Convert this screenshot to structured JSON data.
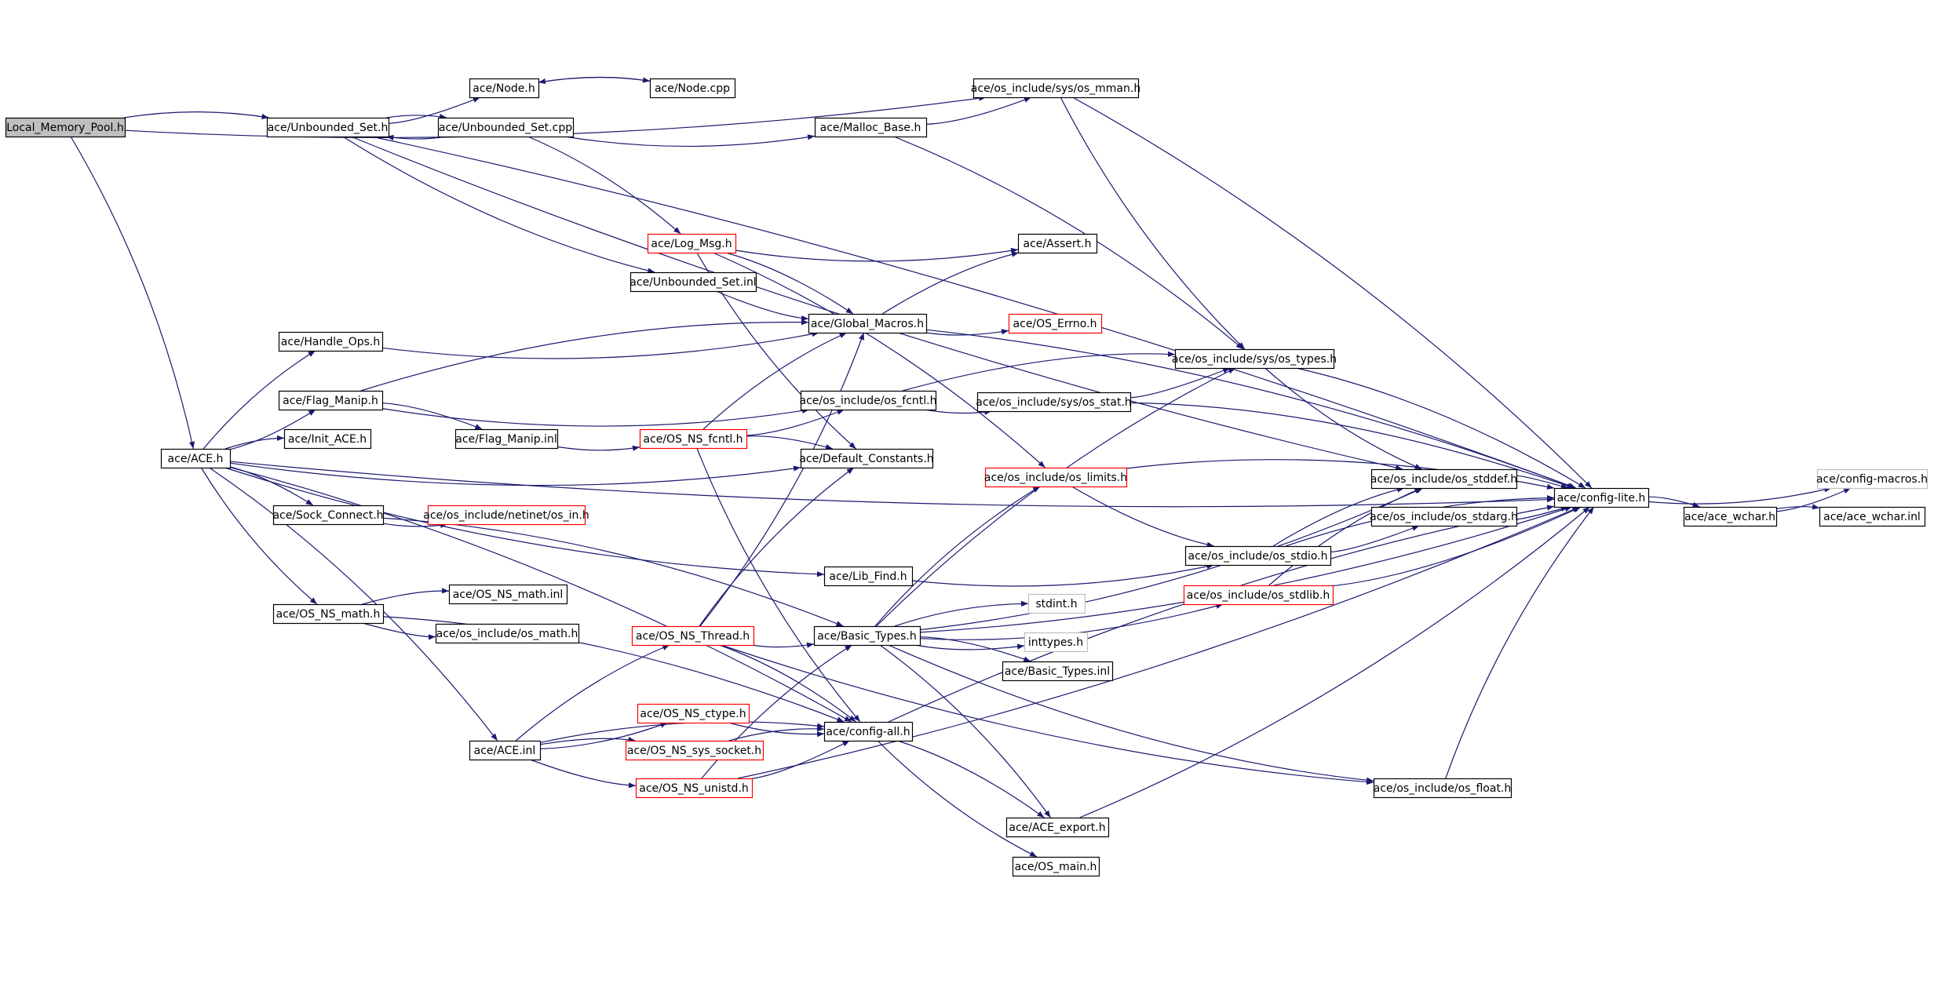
{
  "graph": {
    "colors": {
      "edge": "#191970",
      "arrow": "#191970",
      "node_border_black": "#000000",
      "node_border_red": "#ff0000",
      "node_border_gray": "#bfbfbf",
      "node_fill_root": "#bfbfbf",
      "node_fill_default": "#ffffff"
    },
    "nodes": [
      {
        "id": "local_memory_pool",
        "label": "Local_Memory_Pool.h",
        "style": "root"
      },
      {
        "id": "unbounded_set_h",
        "label": "ace/Unbounded_Set.h",
        "style": "black"
      },
      {
        "id": "node_h",
        "label": "ace/Node.h",
        "style": "black"
      },
      {
        "id": "node_cpp",
        "label": "ace/Node.cpp",
        "style": "black"
      },
      {
        "id": "unbounded_set_cpp",
        "label": "ace/Unbounded_Set.cpp",
        "style": "black"
      },
      {
        "id": "os_mman",
        "label": "ace/os_include/sys/os_mman.h",
        "style": "black"
      },
      {
        "id": "malloc_base",
        "label": "ace/Malloc_Base.h",
        "style": "black"
      },
      {
        "id": "log_msg",
        "label": "ace/Log_Msg.h",
        "style": "red"
      },
      {
        "id": "assert_h",
        "label": "ace/Assert.h",
        "style": "black"
      },
      {
        "id": "unbounded_set_inl",
        "label": "ace/Unbounded_Set.inl",
        "style": "black"
      },
      {
        "id": "global_macros",
        "label": "ace/Global_Macros.h",
        "style": "black"
      },
      {
        "id": "os_errno",
        "label": "ace/OS_Errno.h",
        "style": "red"
      },
      {
        "id": "handle_ops",
        "label": "ace/Handle_Ops.h",
        "style": "black"
      },
      {
        "id": "os_types",
        "label": "ace/os_include/sys/os_types.h",
        "style": "black"
      },
      {
        "id": "flag_manip_h",
        "label": "ace/Flag_Manip.h",
        "style": "black"
      },
      {
        "id": "os_fcntl",
        "label": "ace/os_include/os_fcntl.h",
        "style": "black"
      },
      {
        "id": "os_stat",
        "label": "ace/os_include/sys/os_stat.h",
        "style": "black"
      },
      {
        "id": "init_ace",
        "label": "ace/Init_ACE.h",
        "style": "black"
      },
      {
        "id": "flag_manip_inl",
        "label": "ace/Flag_Manip.inl",
        "style": "black"
      },
      {
        "id": "os_ns_fcntl",
        "label": "ace/OS_NS_fcntl.h",
        "style": "red"
      },
      {
        "id": "ace_h",
        "label": "ace/ACE.h",
        "style": "black"
      },
      {
        "id": "default_constants",
        "label": "ace/Default_Constants.h",
        "style": "black"
      },
      {
        "id": "os_limits",
        "label": "ace/os_include/os_limits.h",
        "style": "red"
      },
      {
        "id": "os_stddef",
        "label": "ace/os_include/os_stddef.h",
        "style": "black"
      },
      {
        "id": "config_lite",
        "label": "ace/config-lite.h",
        "style": "black"
      },
      {
        "id": "config_macros",
        "label": "ace/config-macros.h",
        "style": "gray"
      },
      {
        "id": "ace_wchar_h",
        "label": "ace/ace_wchar.h",
        "style": "black"
      },
      {
        "id": "ace_wchar_inl",
        "label": "ace/ace_wchar.inl",
        "style": "black"
      },
      {
        "id": "sock_connect",
        "label": "ace/Sock_Connect.h",
        "style": "black"
      },
      {
        "id": "os_in",
        "label": "ace/os_include/netinet/os_in.h",
        "style": "red"
      },
      {
        "id": "os_stdarg",
        "label": "ace/os_include/os_stdarg.h",
        "style": "black"
      },
      {
        "id": "os_stdio",
        "label": "ace/os_include/os_stdio.h",
        "style": "black"
      },
      {
        "id": "lib_find",
        "label": "ace/Lib_Find.h",
        "style": "black"
      },
      {
        "id": "os_stdlib",
        "label": "ace/os_include/os_stdlib.h",
        "style": "red"
      },
      {
        "id": "os_ns_math_h",
        "label": "ace/OS_NS_math.h",
        "style": "black"
      },
      {
        "id": "os_ns_math_inl",
        "label": "ace/OS_NS_math.inl",
        "style": "black"
      },
      {
        "id": "stdint",
        "label": "stdint.h",
        "style": "gray"
      },
      {
        "id": "os_math",
        "label": "ace/os_include/os_math.h",
        "style": "black"
      },
      {
        "id": "os_ns_thread",
        "label": "ace/OS_NS_Thread.h",
        "style": "red"
      },
      {
        "id": "basic_types_h",
        "label": "ace/Basic_Types.h",
        "style": "black"
      },
      {
        "id": "inttypes",
        "label": "inttypes.h",
        "style": "gray"
      },
      {
        "id": "basic_types_inl",
        "label": "ace/Basic_Types.inl",
        "style": "black"
      },
      {
        "id": "os_ns_ctype",
        "label": "ace/OS_NS_ctype.h",
        "style": "red"
      },
      {
        "id": "config_all",
        "label": "ace/config-all.h",
        "style": "black"
      },
      {
        "id": "ace_inl",
        "label": "ace/ACE.inl",
        "style": "black"
      },
      {
        "id": "os_ns_sys_socket",
        "label": "ace/OS_NS_sys_socket.h",
        "style": "red"
      },
      {
        "id": "os_ns_unistd",
        "label": "ace/OS_NS_unistd.h",
        "style": "red"
      },
      {
        "id": "os_float",
        "label": "ace/os_include/os_float.h",
        "style": "black"
      },
      {
        "id": "ace_export",
        "label": "ace/ACE_export.h",
        "style": "black"
      },
      {
        "id": "os_main",
        "label": "ace/OS_main.h",
        "style": "black"
      }
    ],
    "edges": [
      [
        "local_memory_pool",
        "unbounded_set_h"
      ],
      [
        "local_memory_pool",
        "os_mman"
      ],
      [
        "local_memory_pool",
        "ace_h"
      ],
      [
        "unbounded_set_h",
        "node_h"
      ],
      [
        "unbounded_set_h",
        "unbounded_set_cpp"
      ],
      [
        "unbounded_set_h",
        "unbounded_set_inl"
      ],
      [
        "unbounded_set_h",
        "config_lite"
      ],
      [
        "unbounded_set_h",
        "os_stddef"
      ],
      [
        "node_h",
        "node_cpp"
      ],
      [
        "node_cpp",
        "node_h"
      ],
      [
        "unbounded_set_cpp",
        "unbounded_set_h"
      ],
      [
        "unbounded_set_cpp",
        "malloc_base"
      ],
      [
        "unbounded_set_cpp",
        "log_msg"
      ],
      [
        "malloc_base",
        "os_mman"
      ],
      [
        "malloc_base",
        "os_types"
      ],
      [
        "os_mman",
        "os_types"
      ],
      [
        "os_mman",
        "config_lite"
      ],
      [
        "log_msg",
        "assert_h"
      ],
      [
        "log_msg",
        "global_macros"
      ],
      [
        "log_msg",
        "default_constants"
      ],
      [
        "log_msg",
        "os_limits"
      ],
      [
        "unbounded_set_inl",
        "global_macros"
      ],
      [
        "global_macros",
        "assert_h"
      ],
      [
        "global_macros",
        "os_errno"
      ],
      [
        "global_macros",
        "config_lite"
      ],
      [
        "handle_ops",
        "global_macros"
      ],
      [
        "ace_h",
        "handle_ops"
      ],
      [
        "ace_h",
        "flag_manip_h"
      ],
      [
        "ace_h",
        "init_ace"
      ],
      [
        "ace_h",
        "default_constants"
      ],
      [
        "ace_h",
        "sock_connect"
      ],
      [
        "ace_h",
        "os_ns_math_h"
      ],
      [
        "ace_h",
        "ace_inl"
      ],
      [
        "ace_h",
        "lib_find"
      ],
      [
        "ace_h",
        "config_all"
      ],
      [
        "ace_h",
        "config_lite"
      ],
      [
        "flag_manip_h",
        "global_macros"
      ],
      [
        "flag_manip_h",
        "os_fcntl"
      ],
      [
        "flag_manip_h",
        "flag_manip_inl"
      ],
      [
        "flag_manip_inl",
        "os_ns_fcntl"
      ],
      [
        "os_fcntl",
        "os_types"
      ],
      [
        "os_fcntl",
        "os_stat"
      ],
      [
        "os_stat",
        "config_lite"
      ],
      [
        "os_stat",
        "os_types"
      ],
      [
        "os_ns_fcntl",
        "global_macros"
      ],
      [
        "os_ns_fcntl",
        "os_fcntl"
      ],
      [
        "os_ns_fcntl",
        "default_constants"
      ],
      [
        "os_ns_fcntl",
        "config_all"
      ],
      [
        "os_types",
        "config_lite"
      ],
      [
        "os_types",
        "os_stddef"
      ],
      [
        "os_limits",
        "config_lite"
      ],
      [
        "os_limits",
        "os_stdio"
      ],
      [
        "os_stddef",
        "config_lite"
      ],
      [
        "os_stdarg",
        "config_lite"
      ],
      [
        "os_stdio",
        "os_stddef"
      ],
      [
        "os_stdio",
        "os_stdarg"
      ],
      [
        "os_stdio",
        "config_lite"
      ],
      [
        "os_stdlib",
        "config_lite"
      ],
      [
        "os_stdlib",
        "os_stddef"
      ],
      [
        "config_lite",
        "config_macros"
      ],
      [
        "config_lite",
        "ace_wchar_h"
      ],
      [
        "ace_wchar_h",
        "config_macros"
      ],
      [
        "ace_wchar_h",
        "ace_wchar_inl"
      ],
      [
        "sock_connect",
        "os_in"
      ],
      [
        "sock_connect",
        "basic_types_h"
      ],
      [
        "lib_find",
        "os_stdio"
      ],
      [
        "os_ns_math_h",
        "os_ns_math_inl"
      ],
      [
        "os_ns_math_h",
        "os_math"
      ],
      [
        "os_ns_math_h",
        "config_all"
      ],
      [
        "os_ns_thread",
        "global_macros"
      ],
      [
        "os_ns_thread",
        "default_constants"
      ],
      [
        "os_ns_thread",
        "basic_types_h"
      ],
      [
        "os_ns_thread",
        "config_all"
      ],
      [
        "os_ns_thread",
        "os_float"
      ],
      [
        "basic_types_h",
        "stdint"
      ],
      [
        "basic_types_h",
        "inttypes"
      ],
      [
        "basic_types_h",
        "basic_types_inl"
      ],
      [
        "basic_types_h",
        "config_lite"
      ],
      [
        "basic_types_h",
        "os_types"
      ],
      [
        "basic_types_h",
        "os_stddef"
      ],
      [
        "basic_types_h",
        "os_limits"
      ],
      [
        "basic_types_h",
        "os_stdlib"
      ],
      [
        "basic_types_h",
        "ace_export"
      ],
      [
        "basic_types_h",
        "os_float"
      ],
      [
        "ace_inl",
        "os_ns_thread"
      ],
      [
        "ace_inl",
        "os_ns_ctype"
      ],
      [
        "ace_inl",
        "os_ns_sys_socket"
      ],
      [
        "ace_inl",
        "os_ns_unistd"
      ],
      [
        "ace_inl",
        "config_all"
      ],
      [
        "os_ns_ctype",
        "config_all"
      ],
      [
        "os_ns_sys_socket",
        "config_all"
      ],
      [
        "os_ns_unistd",
        "config_all"
      ],
      [
        "os_ns_unistd",
        "basic_types_h"
      ],
      [
        "os_ns_unistd",
        "config_lite"
      ],
      [
        "config_all",
        "ace_export"
      ],
      [
        "config_all",
        "os_main"
      ],
      [
        "config_all",
        "config_lite"
      ],
      [
        "ace_export",
        "config_lite"
      ],
      [
        "os_float",
        "config_lite"
      ]
    ]
  }
}
